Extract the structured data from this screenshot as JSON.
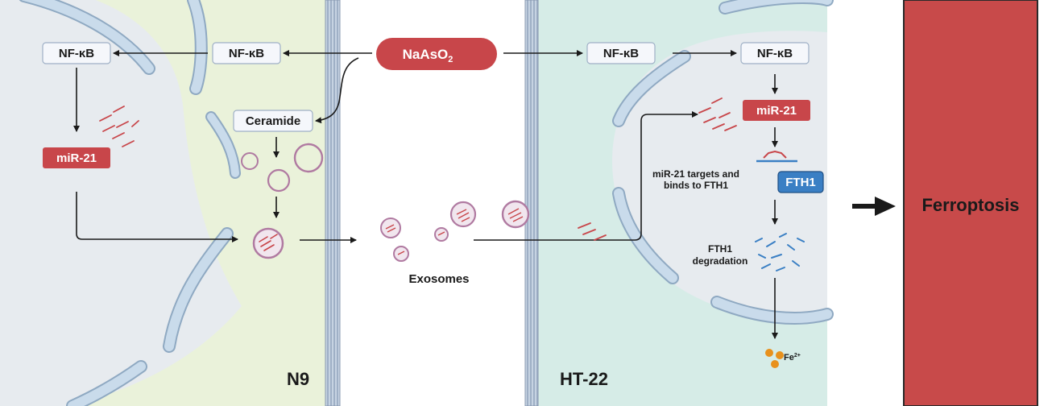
{
  "colors": {
    "n9_bg": "#eaf2da",
    "ht22_bg": "#d6ece7",
    "membrane": "#b8d2e6",
    "nucleus": "#e7ebef",
    "red": "#c8464a",
    "blue": "#3a7fc4",
    "iron": "#e8911c",
    "ferroptosis_box": "#c84a4a"
  },
  "labels": {
    "nf_kb_1": "NF-κB",
    "nf_kb_2": "NF-κB",
    "nf_kb_3": "NF-κB",
    "nf_kb_4": "NF-κB",
    "naaso2_main": "NaAsO",
    "naaso2_sub": "2",
    "ceramide": "Ceramide",
    "mir21_n9": "miR-21",
    "mir21_ht22": "miR-21",
    "exosomes": "Exosomes",
    "n9": "N9",
    "ht22": "HT-22",
    "targets_line1": "miR-21 targets and",
    "targets_line2": "binds to FTH1",
    "fth1": "FTH1",
    "fth1_deg_line1": "FTH1",
    "fth1_deg_line2": "degradation",
    "fe_main": "Fe",
    "fe_sup": "2+",
    "ferroptosis": "Ferroptosis"
  }
}
